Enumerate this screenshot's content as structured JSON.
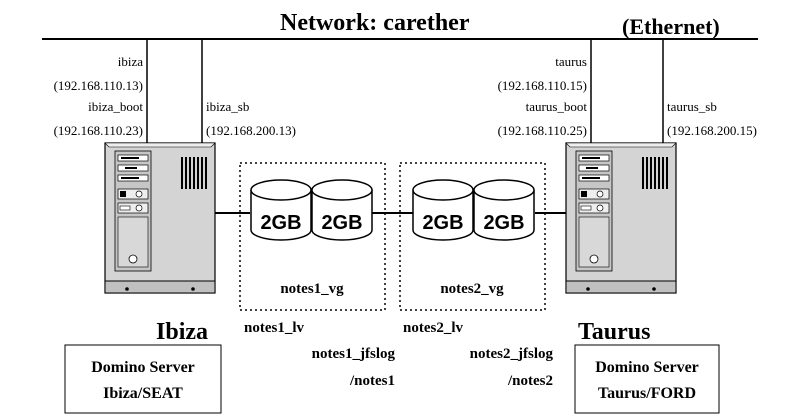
{
  "network": {
    "title": "Network: carether",
    "type": "(Ethernet)"
  },
  "hosts": {
    "ibiza": {
      "name": "Ibiza",
      "server_line1": "Domino Server",
      "server_line2": "Ibiza/SEAT",
      "if1_label": "ibiza",
      "if1_ip": "(192.168.110.13)",
      "if2_label": "ibiza_boot",
      "if2_ip": "(192.168.110.23)",
      "if3_label": "ibiza_sb",
      "if3_ip": "(192.168.200.13)"
    },
    "taurus": {
      "name": "Taurus",
      "server_line1": "Domino Server",
      "server_line2": "Taurus/FORD",
      "if1_label": "taurus",
      "if1_ip": "(192.168.110.15)",
      "if2_label": "taurus_boot",
      "if2_ip": "(192.168.110.25)",
      "if3_label": "taurus_sb",
      "if3_ip": "(192.168.200.15)"
    }
  },
  "volume_groups": {
    "vg1": {
      "name": "notes1_vg",
      "disk1": "2GB",
      "disk2": "2GB",
      "lv": "notes1_lv",
      "jfslog": "notes1_jfslog",
      "mount": "/notes1"
    },
    "vg2": {
      "name": "notes2_vg",
      "disk1": "2GB",
      "disk2": "2GB",
      "lv": "notes2_lv",
      "jfslog": "notes2_jfslog",
      "mount": "/notes2"
    }
  }
}
